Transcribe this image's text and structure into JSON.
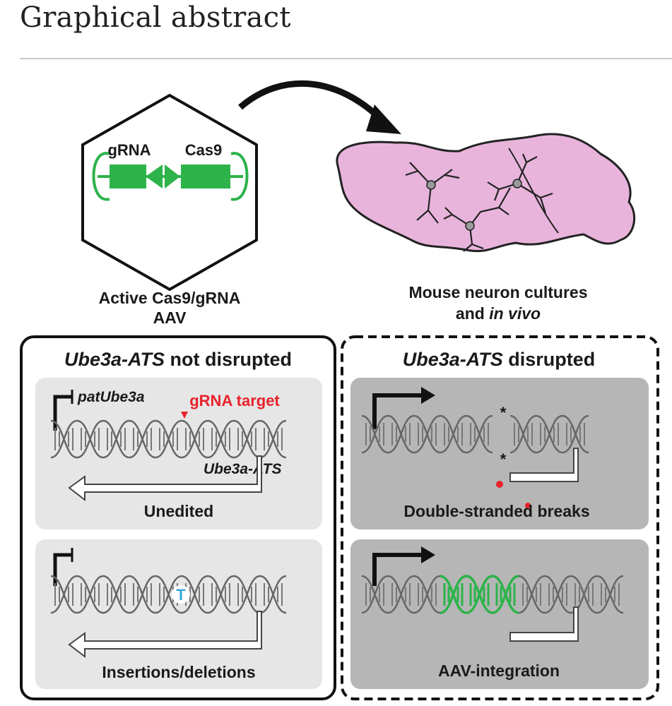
{
  "heading": "Graphical abstract",
  "top": {
    "vector": {
      "gRNA_label": "gRNA",
      "cas9_label": "Cas9",
      "caption_line1": "Active Cas9/gRNA",
      "caption_line2": "AAV"
    },
    "brain": {
      "caption_line1": "Mouse neuron cultures",
      "caption_line2_plain": "and ",
      "caption_line2_italic": "in vivo"
    }
  },
  "left_box": {
    "title_italic": "Ube3a-ATS",
    "title_rest": " not disrupted",
    "panel1": {
      "promoter_label": "patUbe3a",
      "target_label": "gRNA target",
      "ats_label": "Ube3a-ATS",
      "caption": "Unedited"
    },
    "panel2": {
      "edit_base": "T",
      "caption": "Insertions/deletions"
    }
  },
  "right_box": {
    "title_italic": "Ube3a-ATS",
    "title_rest": " disrupted",
    "panel1": {
      "star": "*",
      "caption": "Double-stranded breaks"
    },
    "panel2": {
      "caption": "AAV-integration"
    }
  },
  "colors": {
    "green": "#2db34a",
    "brain_pink": "#e8b4dc",
    "red": "#e8222b",
    "blue": "#3aa8e0",
    "left_panel_bg": "#e6e6e6",
    "right_panel_bg": "#b6b6b6"
  }
}
